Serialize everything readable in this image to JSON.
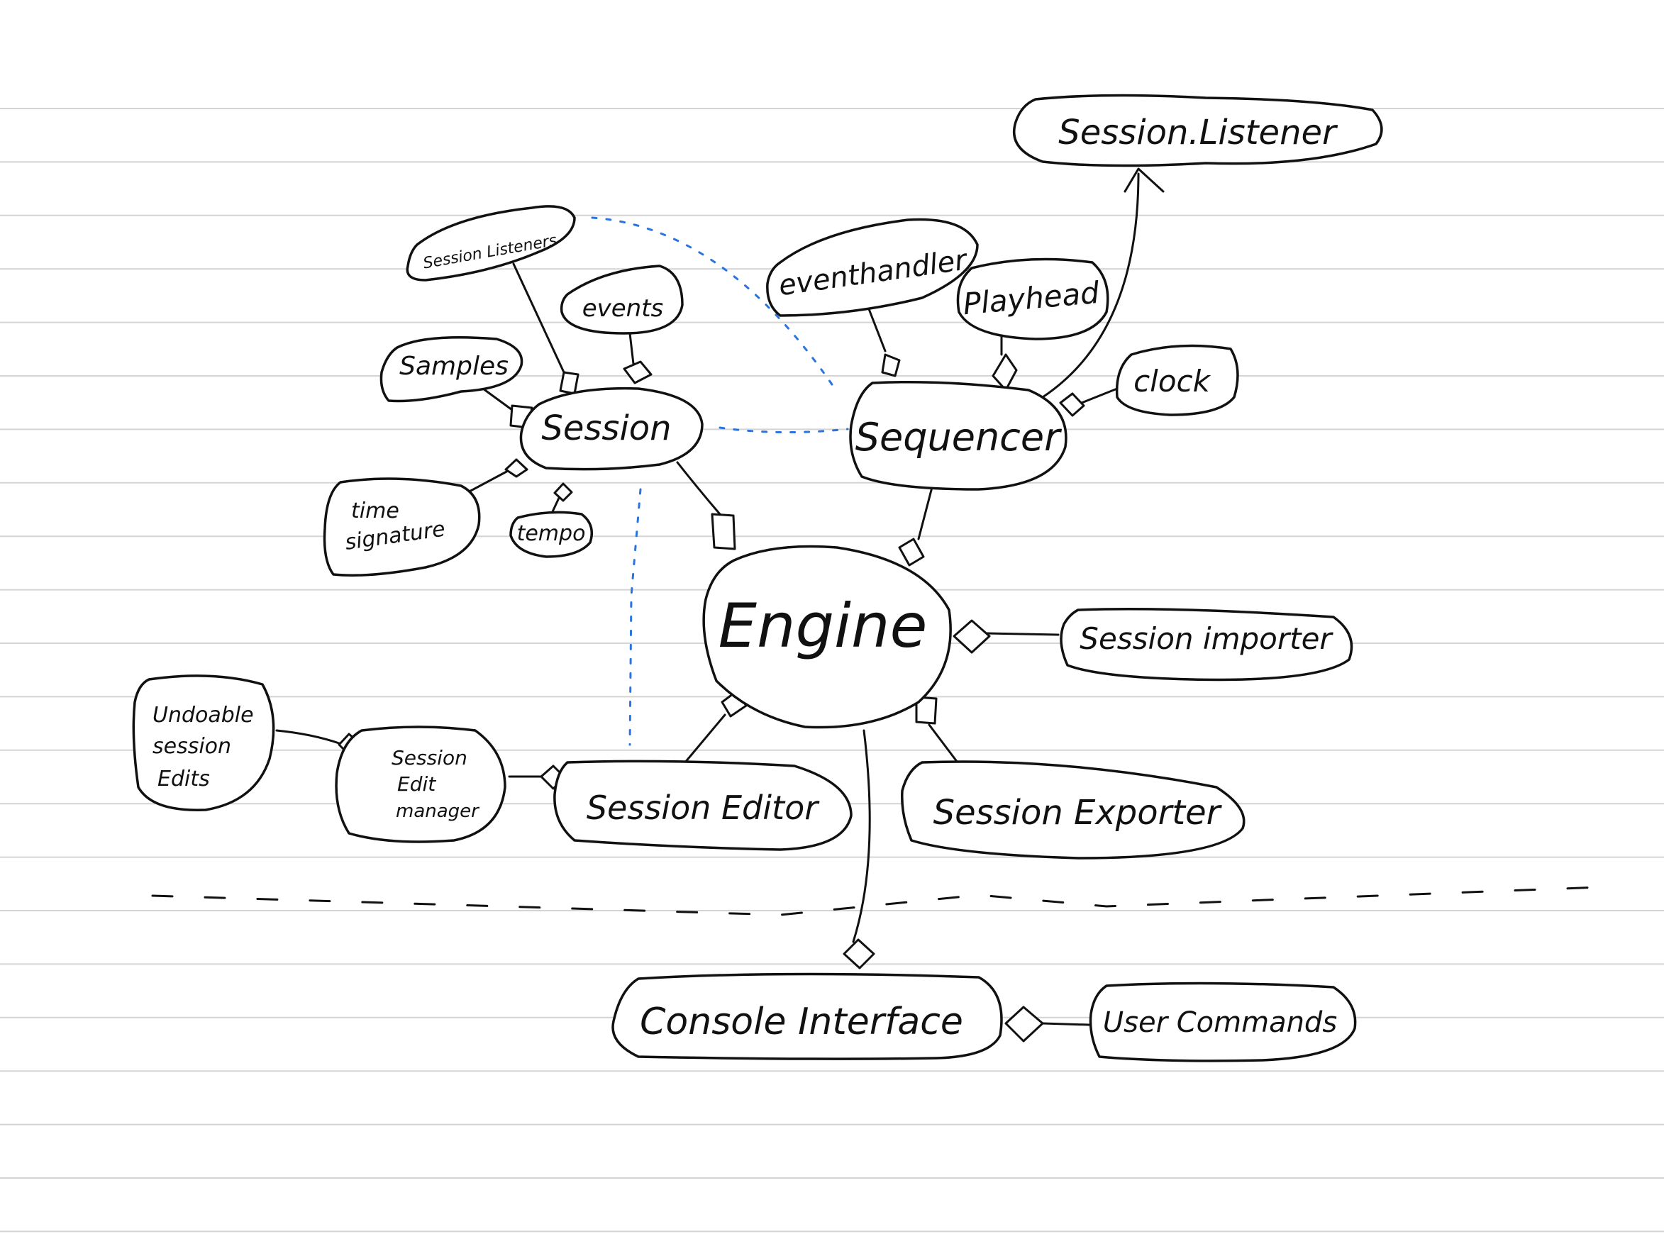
{
  "diagram": {
    "nodes": {
      "session_listener_top": "Session.Listener",
      "session_listeners": "Session Listeners",
      "events": "events",
      "samples": "Samples",
      "session": "Session",
      "time_signature": [
        "time",
        "signature"
      ],
      "tempo": "tempo",
      "event_handler": "eventhandler",
      "playhead": "Playhead",
      "clock": "clock",
      "sequencer": "Sequencer",
      "engine": "Engine",
      "session_importer": "Session importer",
      "undoable_edits": [
        "Undoable",
        "session",
        "Edits"
      ],
      "edit_manager": [
        "Session",
        "Edit",
        "manager"
      ],
      "session_editor": "Session Editor",
      "session_exporter": "Session Exporter",
      "console_interface": "Console Interface",
      "user_commands": "User Commands"
    }
  }
}
